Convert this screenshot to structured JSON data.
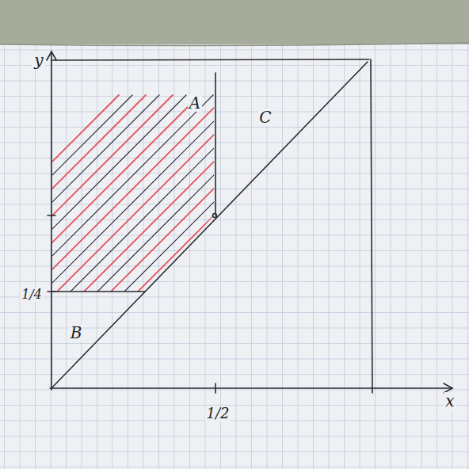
{
  "diagram": {
    "labels": [
      "y",
      "A",
      "C",
      "1/4",
      "B",
      "1/2",
      "x"
    ]
  }
}
